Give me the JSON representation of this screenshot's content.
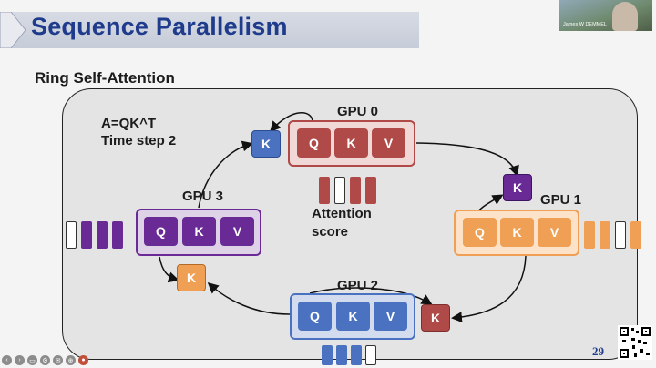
{
  "slide": {
    "title": "Sequence Parallelism",
    "subtitle": "Ring Self-Attention",
    "formula_line1": "A=QK^T",
    "formula_line2": "Time step 2",
    "page_number": "29"
  },
  "gpus": {
    "gpu0": {
      "label": "GPU 0",
      "tiles": [
        "Q",
        "K",
        "V"
      ],
      "passed_tile": "K"
    },
    "gpu1": {
      "label": "GPU 1",
      "tiles": [
        "Q",
        "K",
        "V"
      ],
      "passed_tile": "K"
    },
    "gpu2": {
      "label": "GPU 2",
      "tiles": [
        "Q",
        "K",
        "V"
      ],
      "passed_tile": "K"
    },
    "gpu3": {
      "label": "GPU 3",
      "tiles": [
        "Q",
        "K",
        "V"
      ],
      "passed_tile": "K"
    }
  },
  "attention_score": {
    "line1": "Attention",
    "line2": "score"
  },
  "webcam": {
    "name": "James W DEMMEL"
  },
  "colors": {
    "gpu0": "#b04a48",
    "gpu1": "#f0a055",
    "gpu2": "#4a72c0",
    "gpu3": "#6a2a96",
    "title": "#1f3b8c"
  },
  "icons": [
    "webcam-feed",
    "qr-code",
    "player-controls"
  ]
}
